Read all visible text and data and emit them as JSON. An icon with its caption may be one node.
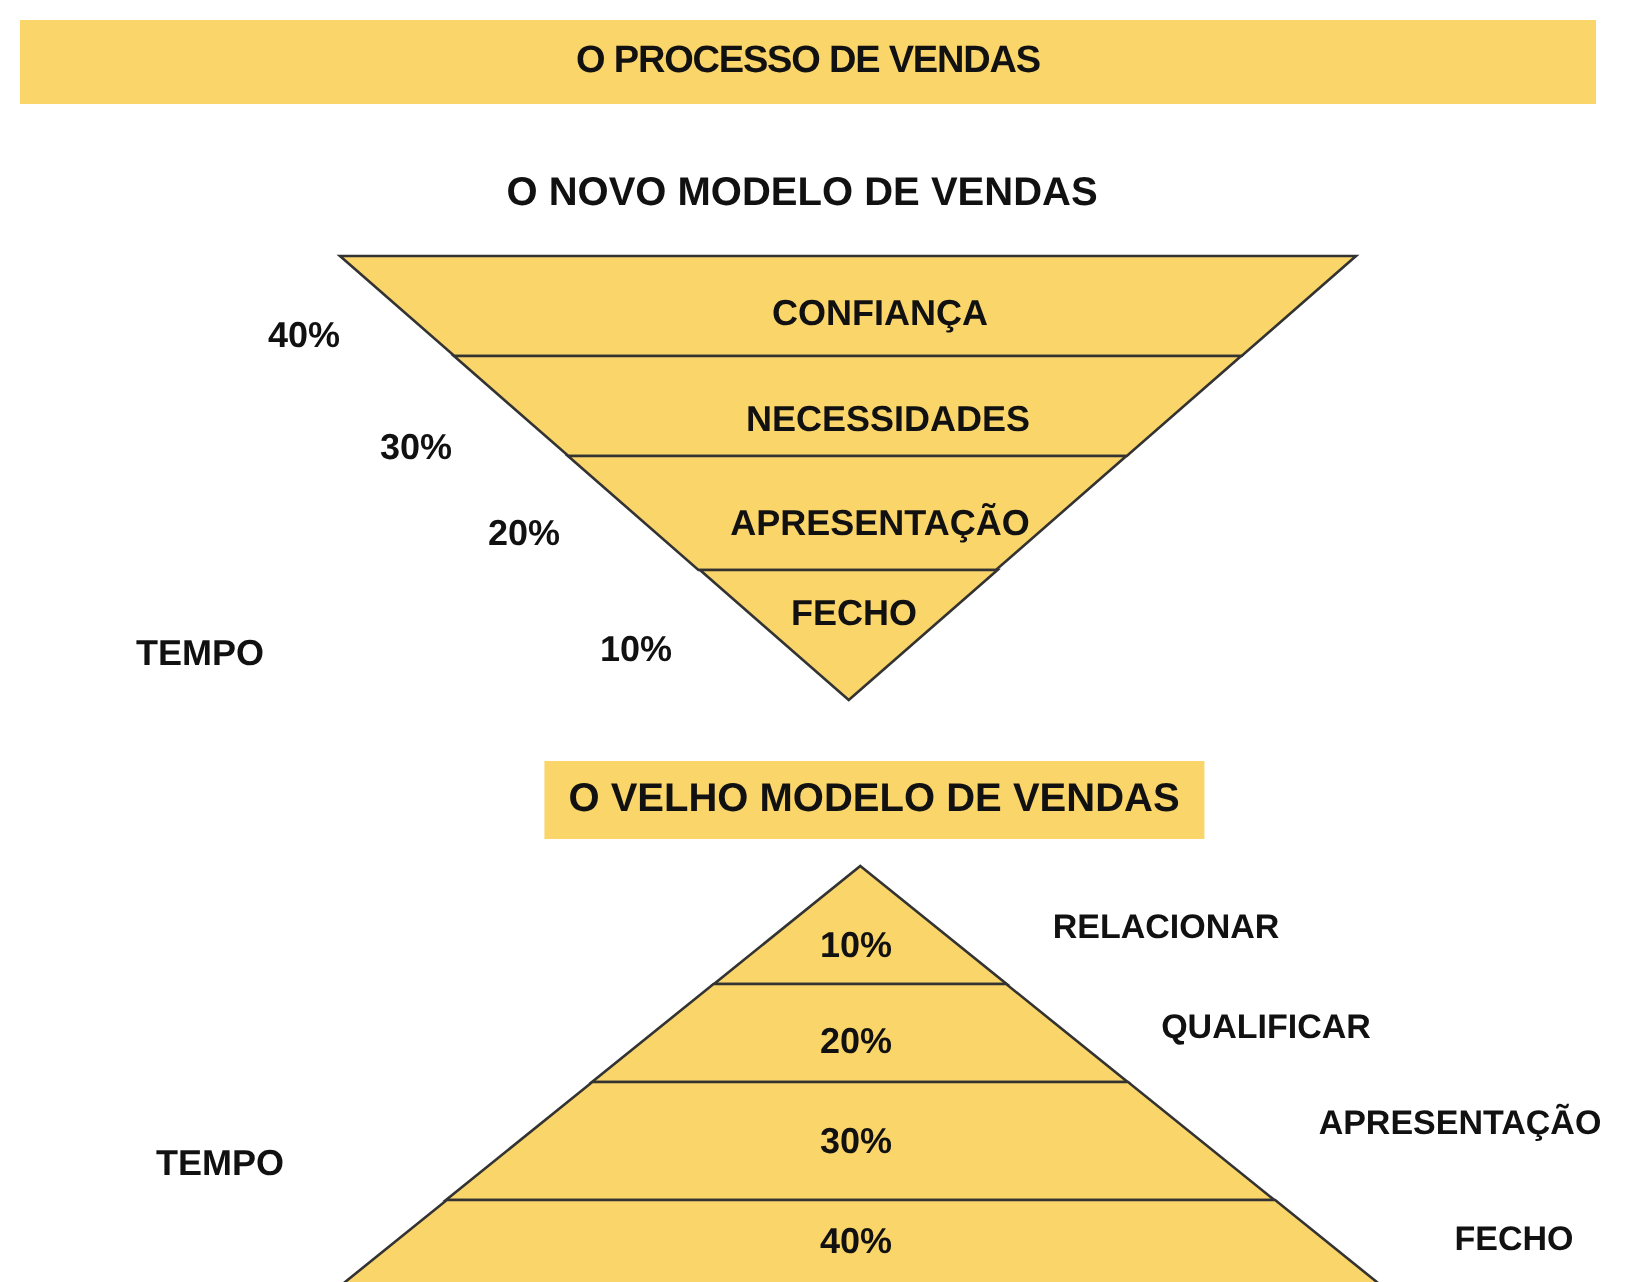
{
  "diagram": {
    "title": "O PROCESSO DE VENDAS",
    "nodes": [
      {
        "text": [
          "CONFIANÇA"
        ]
      },
      {
        "text": [
          "NECESSIDADES"
        ]
      },
      {
        "text": [
          "APRESENTAÇÃO"
        ]
      },
      {
        "text": [
          "FECHO"
        ]
      },
      {
        "text": [
          "10%"
        ]
      },
      {
        "text": [
          "20%"
        ]
      },
      {
        "text": [
          "30%"
        ]
      },
      {
        "text": [
          "40%"
        ]
      }
    ],
    "edges": [],
    "labels": [
      "O NOVO MODELO DE VENDAS",
      "40%",
      "30%",
      "20%",
      "TEMPO",
      "10%",
      "O VELHO MODELO DE VENDAS",
      "RELACIONAR",
      "QUALIFICAR",
      "APRESENTAÇÃO",
      "TEMPO",
      "FECHO"
    ]
  }
}
